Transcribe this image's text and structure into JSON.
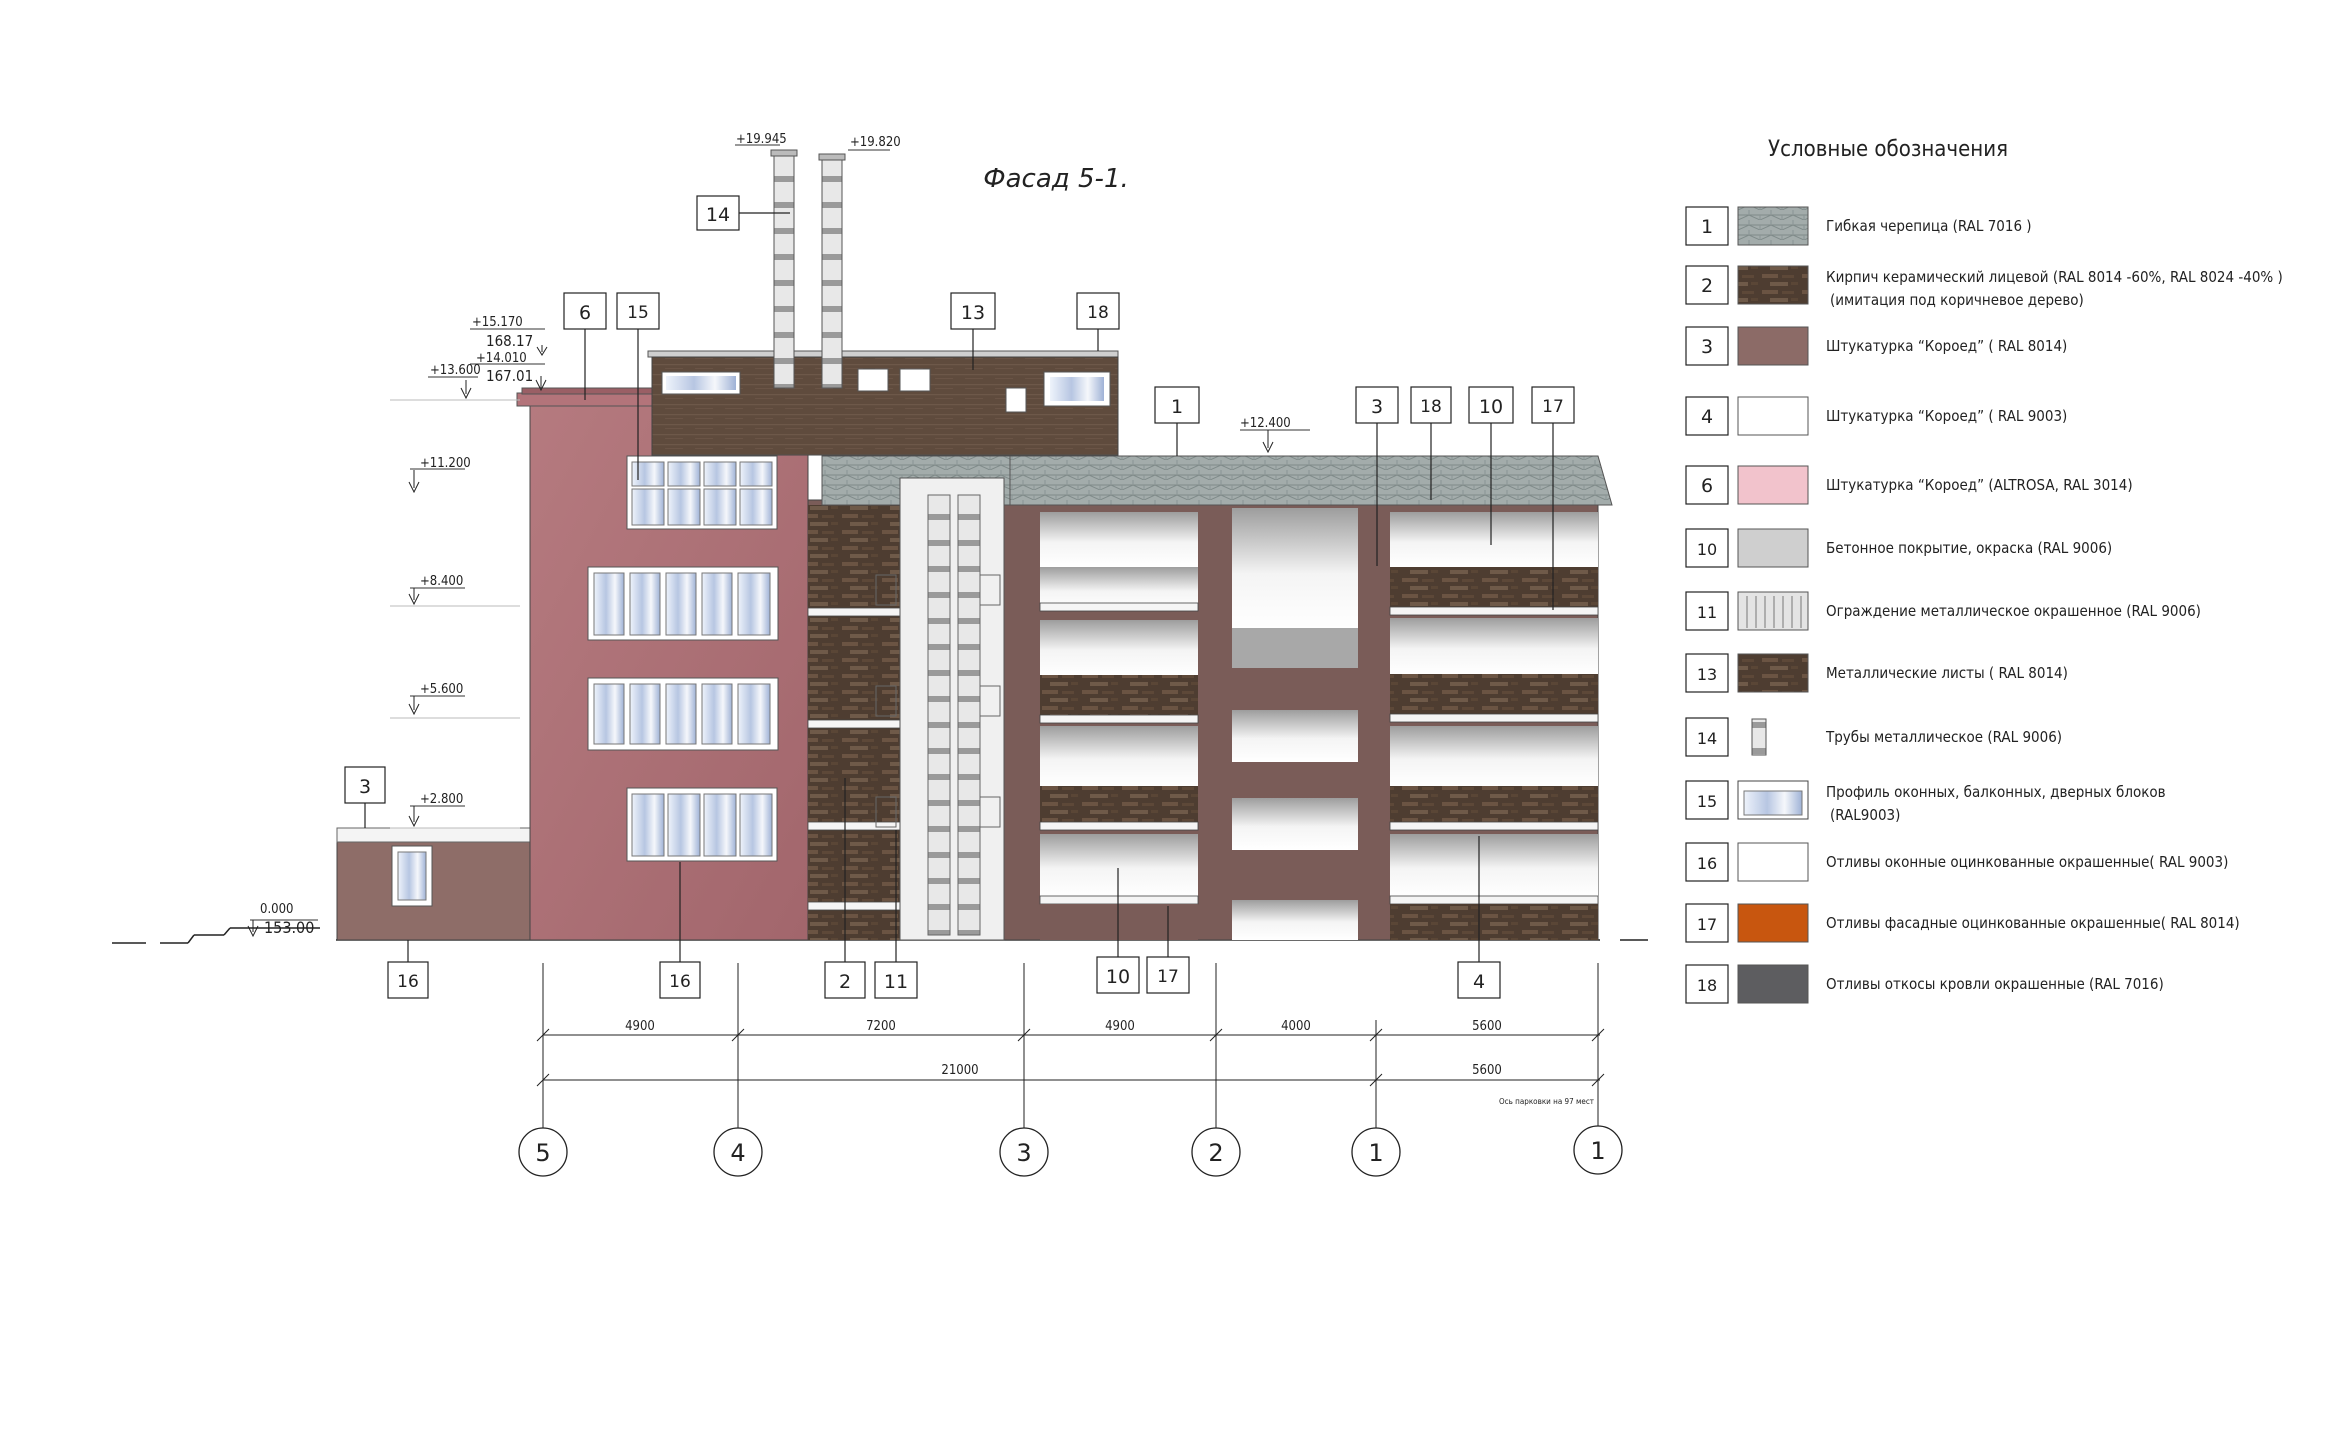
{
  "drawing": {
    "title": "Фасад 5-1.",
    "levels": [
      "+19.945",
      "+19.820",
      "+15.170",
      "168.17",
      "+14.010",
      "167.01",
      "+13.600",
      "+12.400",
      "+11.200",
      "+8.400",
      "+5.600",
      "+2.800",
      "0.000",
      "153.00"
    ],
    "callouts": {
      "c14": "14",
      "c6": "6",
      "c15": "15",
      "c13": "13",
      "c18a": "18",
      "c1": "1",
      "c3a": "3",
      "c18b": "18",
      "c10a": "10",
      "c17a": "17",
      "c3b": "3",
      "c16a": "16",
      "c16b": "16",
      "c2": "2",
      "c11": "11",
      "c10b": "10",
      "c17b": "17",
      "c4": "4"
    },
    "dimensions": {
      "segments": [
        "4900",
        "7200",
        "4900",
        "4000",
        "5600"
      ],
      "total": "21000",
      "total_right": "5600",
      "note": "Ось парковки на 97 мест"
    },
    "axes": [
      "5",
      "4",
      "3",
      "2",
      "1",
      "1"
    ]
  },
  "legend": {
    "title": "Условные обозначения",
    "items": [
      {
        "num": "1",
        "swatch": "tile",
        "color": "#9aa8a8",
        "text": "Гибкая черепица (RAL 7016 )"
      },
      {
        "num": "2",
        "swatch": "brick",
        "color": "#4b3a2e",
        "text": "Кирпич керамический лицевой (RAL 8014 -60%, RAL 8024 -40% )",
        "text2": "(имитация под коричневое дерево)"
      },
      {
        "num": "3",
        "swatch": "solid",
        "color": "#8c6b67",
        "text": "Штукатурка “Короед” ( RAL 8014)"
      },
      {
        "num": "4",
        "swatch": "solid",
        "color": "#ffffff",
        "text": "Штукатурка “Короед” ( RAL 9003)"
      },
      {
        "num": "6",
        "swatch": "solid",
        "color": "#f2c3cc",
        "text": "Штукатурка “Короед” (ALTROSA, RAL 3014)"
      },
      {
        "num": "10",
        "swatch": "solid",
        "color": "#cfcfcf",
        "text": "Бетонное покрытие, окраска (RAL 9006)"
      },
      {
        "num": "11",
        "swatch": "rail",
        "color": "#d8d8d8",
        "text": "Ограждение металлическое окрашенное (RAL 9006)"
      },
      {
        "num": "13",
        "swatch": "brick",
        "color": "#5a4535",
        "text": "Металлические листы ( RAL 8014)"
      },
      {
        "num": "14",
        "swatch": "pipe",
        "color": "#cfcfcf",
        "text": "Трубы металлическое  (RAL 9006)"
      },
      {
        "num": "15",
        "swatch": "window",
        "color": "#cfe0f5",
        "text": "Профиль оконных, балконных, дверных блоков",
        "text2": "(RAL9003)"
      },
      {
        "num": "16",
        "swatch": "solid",
        "color": "#ffffff",
        "text": "Отливы оконные оцинкованные окрашенные( RAL 9003)"
      },
      {
        "num": "17",
        "swatch": "solid",
        "color": "#c8560f",
        "text": "Отливы фасадные оцинкованные окрашенные( RAL 8014)"
      },
      {
        "num": "18",
        "swatch": "solid",
        "color": "#5d5d60",
        "text": "Отливы откосы кровли окрашенные (RAL 7016)"
      }
    ]
  }
}
